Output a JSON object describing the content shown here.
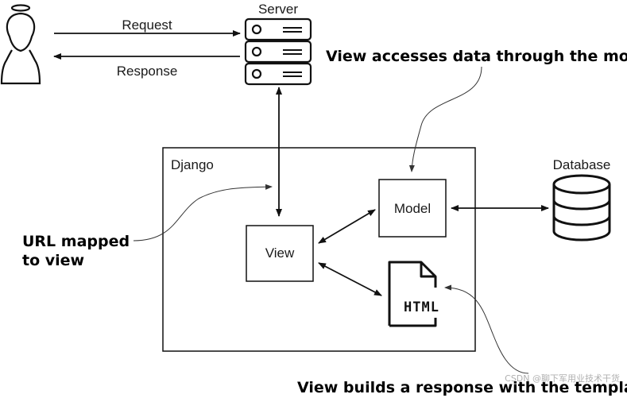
{
  "labels": {
    "request": "Request",
    "response": "Response",
    "server": "Server",
    "django": "Django",
    "database": "Database",
    "model": "Model",
    "view": "View",
    "html_icon": "HTML"
  },
  "annotations": {
    "view_accesses": "View accesses data through the model.",
    "url_mapped_line1": "URL mapped",
    "url_mapped_line2": "to view",
    "view_builds": "View builds a response with the template."
  },
  "watermark": "CSDN @聊下军用业技术干货",
  "icons": [
    "user-icon",
    "server-icon",
    "database-icon",
    "html-file-icon"
  ],
  "colors": {
    "stroke": "#111111",
    "note_line": "#555555",
    "background": "#ffffff"
  }
}
